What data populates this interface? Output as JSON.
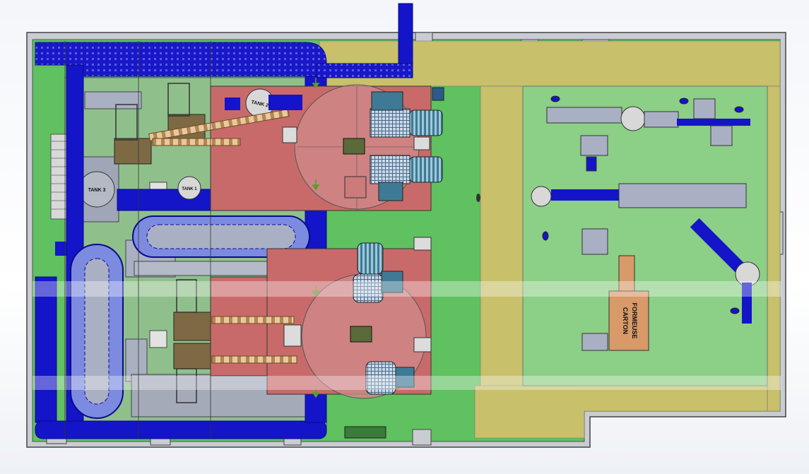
{
  "diagram": {
    "colors": {
      "wall": "#c9ccd2",
      "floor_green": "#5fc15f",
      "walkway": "#c8c06a",
      "conveyor": "#1414c8",
      "cell": "#c96a6a",
      "grey_equipment": "#aab0c4",
      "carton_box": "#d79a68"
    },
    "labels": {
      "tank_upper": "TANK 2",
      "tank_lower": "TANK 1",
      "tank_left": "TANK 3",
      "carton_line1": "FORMEUSE",
      "carton_line2": "CARTON"
    }
  }
}
